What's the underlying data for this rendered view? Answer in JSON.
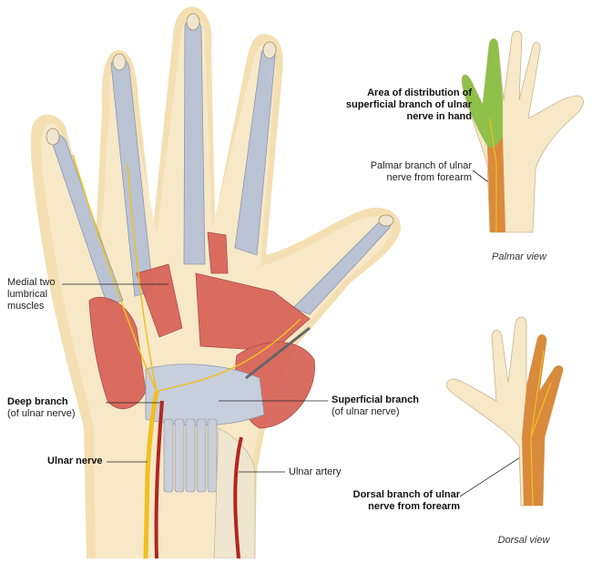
{
  "labels": {
    "area_distribution": [
      "Area of distribution of",
      "superficial branch of ulnar",
      "nerve in hand"
    ],
    "palmar_branch": [
      "Palmar branch of ulnar",
      "nerve from forearm"
    ],
    "palmar_view": "Palmar view",
    "medial_lumbricals": [
      "Medial two",
      "lumbrical",
      "muscles"
    ],
    "deep_branch": [
      "Deep branch",
      "(of ulnar nerve)"
    ],
    "superficial_branch": [
      "Superficial branch",
      "(of ulnar nerve)"
    ],
    "ulnar_nerve": "Ulnar nerve",
    "ulnar_artery": "Ulnar artery",
    "dorsal_branch": [
      "Dorsal branch of ulnar",
      "nerve from forearm"
    ],
    "dorsal_view": "Dorsal view"
  },
  "colors": {
    "skin_outline": "#f3dfb2",
    "skin_fill": "#f7e8c8",
    "muscle": "#d9665a",
    "tendon": "#b9c3d4",
    "nerve": "#f0c020",
    "artery": "#b3261e",
    "ulnar_area_palmar": "#8fc04a",
    "ulnar_area_orange": "#d98a3c",
    "bone": "#efe6cf"
  }
}
